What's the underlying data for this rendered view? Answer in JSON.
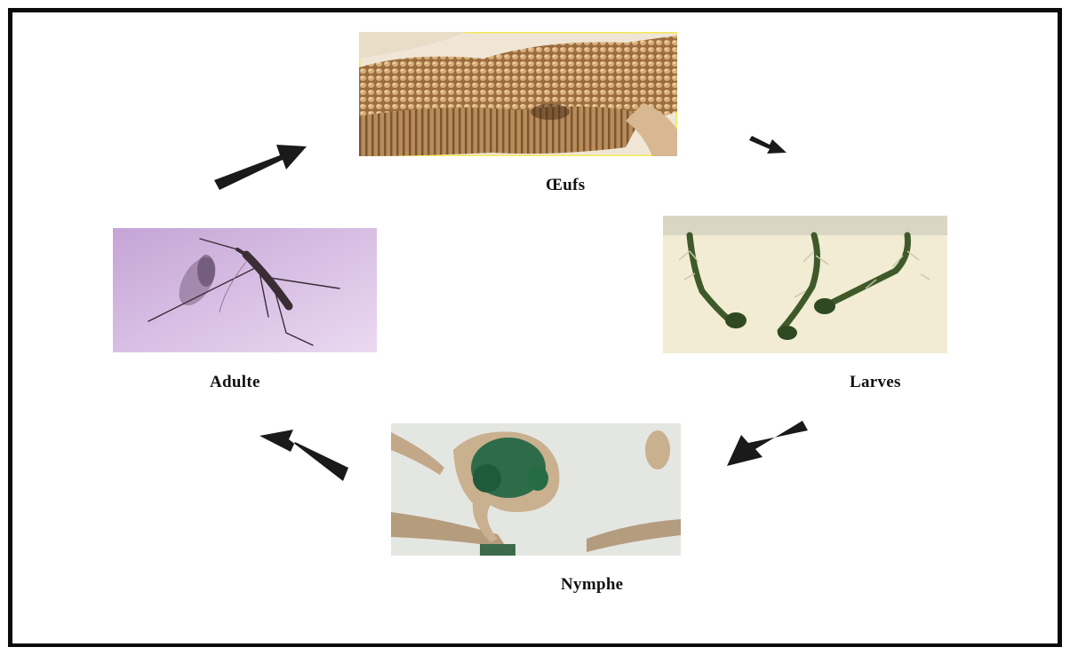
{
  "stages": {
    "eggs": {
      "label": "Œufs",
      "icon": "mosquito-eggs-photo",
      "tone": "#b88a55"
    },
    "larvae": {
      "label": "Larves",
      "icon": "mosquito-larvae-photo",
      "tone": "#f1ecd3"
    },
    "pupa": {
      "label": "Nymphe",
      "icon": "mosquito-pupa-photo",
      "tone": "#dfe3df"
    },
    "adult": {
      "label": "Adulte",
      "icon": "mosquito-adult-photo",
      "tone": "#d8c2e6"
    }
  },
  "arrow_color": "#1a1a1a"
}
